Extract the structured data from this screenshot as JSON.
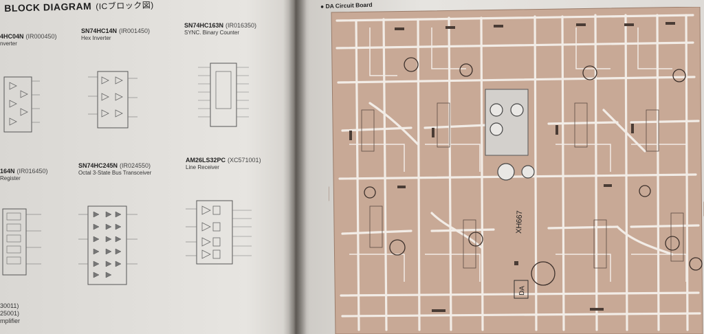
{
  "left_page": {
    "heading": "BLOCK DIAGRAM",
    "heading_jp": "(ICブロック図)",
    "ics": [
      {
        "part": "4HC04N",
        "code": "(IR000450)",
        "desc": "nverter"
      },
      {
        "part": "SN74HC14N",
        "code": "(IR001450)",
        "desc": "Hex Inverter"
      },
      {
        "part": "SN74HC163N",
        "code": "(IR016350)",
        "desc": "SYNC. Binary Counter"
      },
      {
        "part": "164N",
        "code": "(IR016450)",
        "desc": "Register"
      },
      {
        "part": "SN74HC245N",
        "code": "(IR024550)",
        "desc": "Octal 3-State Bus Transceiver"
      },
      {
        "part": "AM26LS32PC",
        "code": "(XC571001)",
        "desc": "Line Receiver"
      }
    ],
    "bottom_cutoff": [
      "30011)",
      "25001)",
      "mplifier"
    ]
  },
  "right_page": {
    "board_title": "DA Circuit Board",
    "board_part_no": "XH667",
    "board_tag": "DA"
  },
  "colors": {
    "pcb_fill": "#c8a996",
    "pcb_trace": "#f2ece6",
    "paper": "#e4e2de"
  }
}
